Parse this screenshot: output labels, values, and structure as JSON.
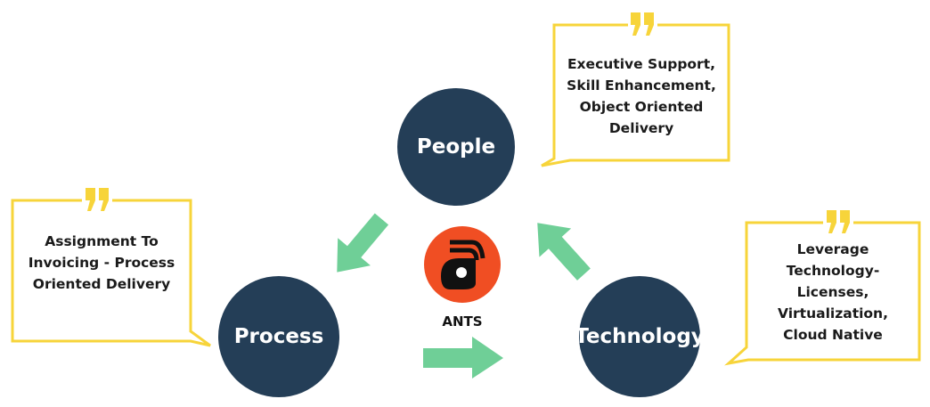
{
  "nodes": {
    "people": "People",
    "process": "Process",
    "technology": "Technology"
  },
  "center": {
    "label": "ANTS",
    "logo_color": "#f04e23"
  },
  "callouts": {
    "people": [
      "Executive Support,",
      "Skill Enhancement,",
      "Object Oriented",
      "Delivery"
    ],
    "process": [
      "Assignment To",
      "Invoicing - Process",
      "Oriented Delivery"
    ],
    "technology": [
      "Leverage",
      "Technology-",
      "Licenses,",
      "Virtualization,",
      "Cloud Native"
    ]
  },
  "colors": {
    "node": "#243e57",
    "arrow": "#6fcf97",
    "callout": "#f7d43a"
  }
}
